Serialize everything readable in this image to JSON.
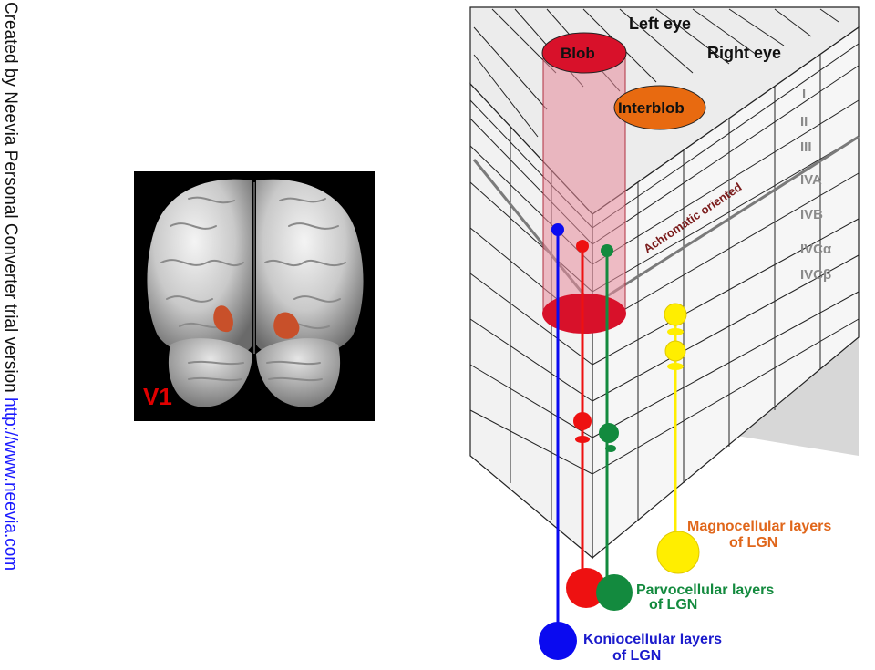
{
  "watermark": {
    "text": "Created by Neevia Personal Converter trial version ",
    "link": "http://www.neevia.com"
  },
  "photo": {
    "label": "V1"
  },
  "diagram": {
    "left_eye": "Left eye",
    "right_eye": "Right eye",
    "blob": "Blob",
    "interblob": "Interblob",
    "achromatic": "Achromatic oriented",
    "layers": [
      "I",
      "II",
      "III",
      "IVA",
      "IVB",
      "IVCα",
      "IVCβ"
    ],
    "magno_line1": "Magnocellular layers",
    "magno_line2": "of LGN",
    "parvo_line1": "Parvocellular layers",
    "parvo_line2": "of LGN",
    "konio_line1": "Koniocellular layers",
    "konio_line2": "of LGN"
  },
  "colors": {
    "konio": "#0a0af0",
    "parvo_red": "#ee1111",
    "parvo_green": "#138a3e",
    "magno": "#ffee00",
    "blob": "#d8112a",
    "interblob": "#e86a10",
    "magno_text": "#e0661a",
    "parvo_text": "#138a3e",
    "konio_text": "#1a1acc",
    "achromatic_text": "#7a1a1a"
  }
}
